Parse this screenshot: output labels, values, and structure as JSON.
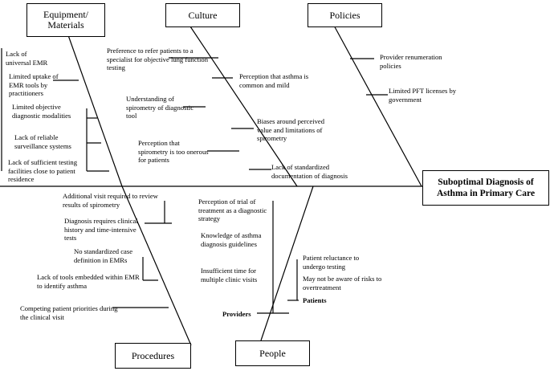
{
  "categories": {
    "equipment": "Equipment/ Materials",
    "culture": "Culture",
    "policies": "Policies",
    "procedures": "Procedures",
    "people": "People"
  },
  "effect": "Suboptimal Diagnosis of Asthma in Primary Care",
  "equipment_causes": [
    "Lack of universal EMR",
    "Limited uptake of EMR tools by practitioners",
    "Limited objective diagnostic modalities",
    "Lack of reliable surveillance systems",
    "Lack of sufficient testing facilities close to patient residence"
  ],
  "culture_causes": [
    "Preference to refer patients to a specialist for objective lung function testing",
    "Perception that asthma is common and mild",
    "Understanding of spirometry of diagnostic tool",
    "Biases around perceived value and limitations of spirometry",
    "Perception that spirometry is too onerous for patients",
    "Lack of standardized documentation of diagnosis"
  ],
  "policies_causes": [
    "Provider renumeration policies",
    "Limited PFT licenses by government"
  ],
  "procedures_causes": [
    "Additional visit required to review results of spirometry",
    "Diagnosis requires clinical history and time-intensive tests",
    "No standardized case definition in EMRs",
    "Lack of tools embedded within EMR to identify asthma",
    "Competing patient priorities during the clinical visit"
  ],
  "people_causes": {
    "providers_label": "Providers",
    "providers": [
      "Perception of trial of treatment as a diagnostic strategy",
      "Knowledge of asthma diagnosis guidelines",
      "Insufficient time for multiple clinic visits"
    ],
    "patients_label": "Patients",
    "patients": [
      "Patient reluctance to undergo testing",
      "May not be aware of risks to overtreatment"
    ]
  }
}
